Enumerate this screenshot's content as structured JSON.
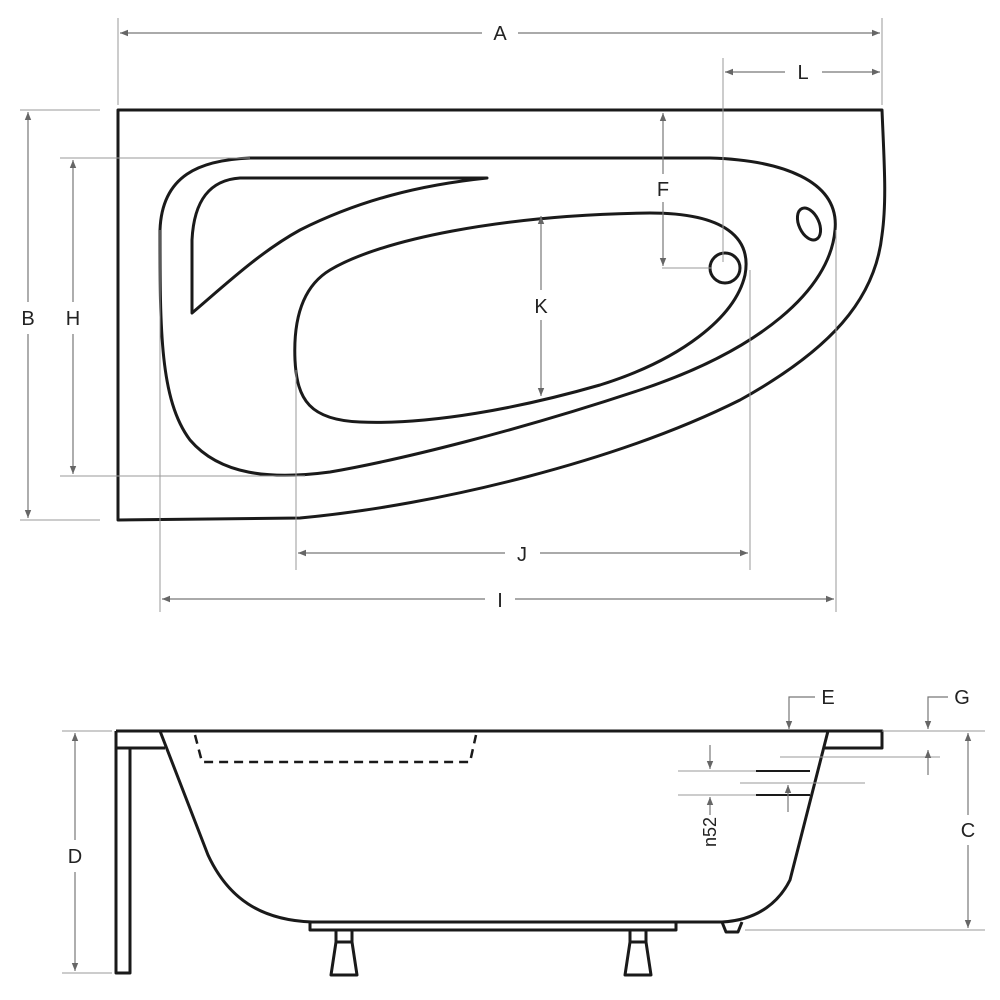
{
  "colors": {
    "line": "#1a1a1a",
    "dimension": "#777777",
    "background": "#ffffff"
  },
  "labels": {
    "A": "A",
    "B": "B",
    "C": "C",
    "D": "D",
    "E": "E",
    "F": "F",
    "G": "G",
    "H": "H",
    "I": "I",
    "J": "J",
    "K": "K",
    "L": "L",
    "overflow": "n52"
  }
}
